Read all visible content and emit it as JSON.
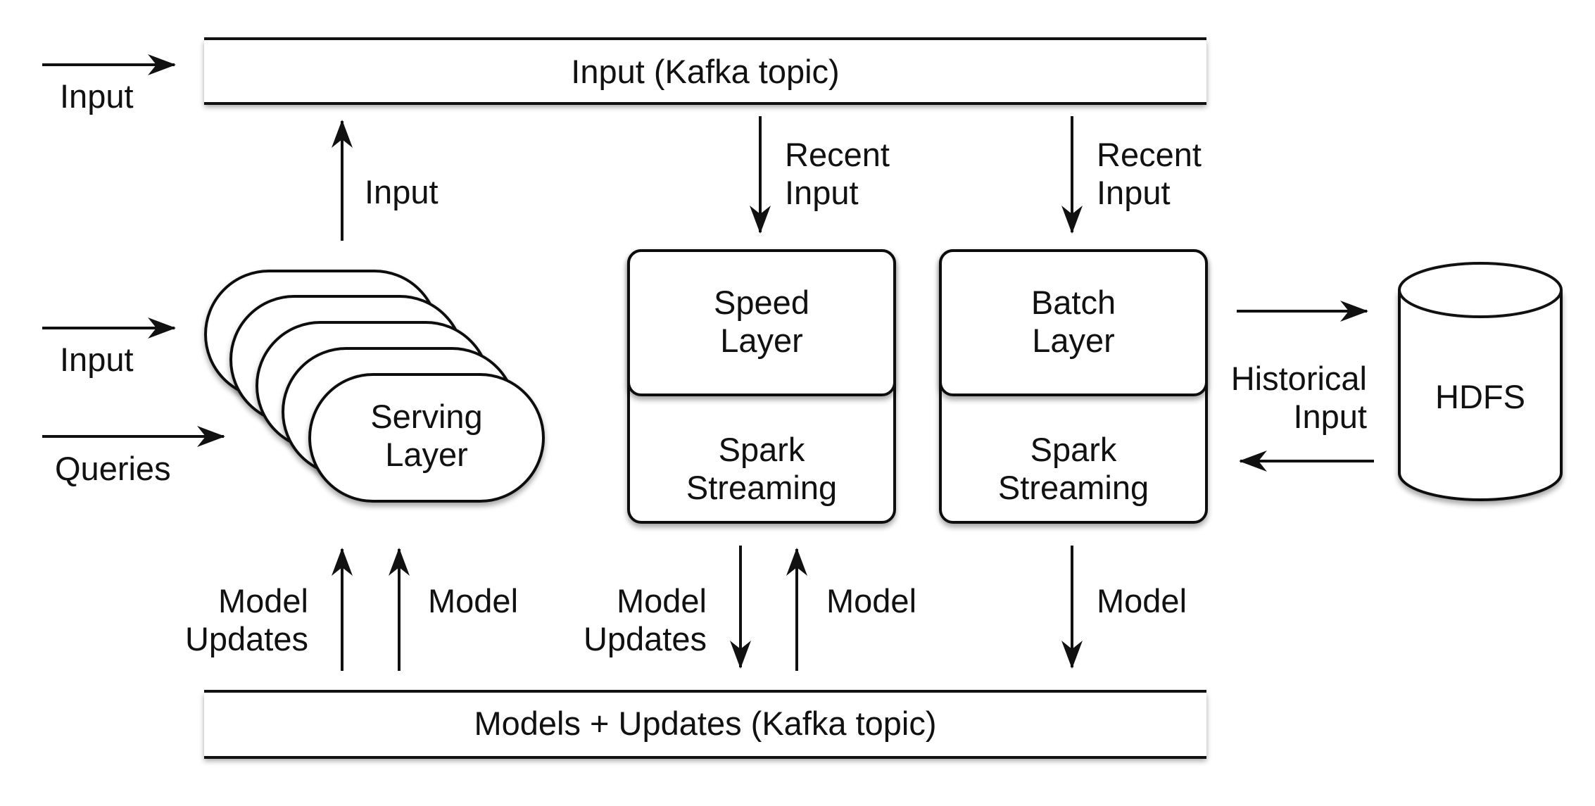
{
  "top_bar": {
    "label": "Input (Kafka topic)"
  },
  "bottom_bar": {
    "label": "Models + Updates (Kafka topic)"
  },
  "serving_layer": {
    "line1": "Serving",
    "line2": "Layer"
  },
  "speed_layer": {
    "line1": "Speed",
    "line2": "Layer",
    "engine1": "Spark",
    "engine2": "Streaming"
  },
  "batch_layer": {
    "line1": "Batch",
    "line2": "Layer",
    "engine1": "Spark",
    "engine2": "Streaming"
  },
  "storage": {
    "label": "HDFS"
  },
  "arrows": {
    "external_input_top": "Input",
    "serving_to_input": "Input",
    "external_input_mid": "Input",
    "queries": "Queries",
    "speed_recent_1": "Recent",
    "speed_recent_2": "Input",
    "batch_recent_1": "Recent",
    "batch_recent_2": "Input",
    "historical_1": "Historical",
    "historical_2": "Input",
    "serving_updates_1": "Model",
    "serving_updates_2": "Updates",
    "serving_model": "Model",
    "speed_updates_1": "Model",
    "speed_updates_2": "Updates",
    "speed_model": "Model",
    "batch_model": "Model"
  }
}
